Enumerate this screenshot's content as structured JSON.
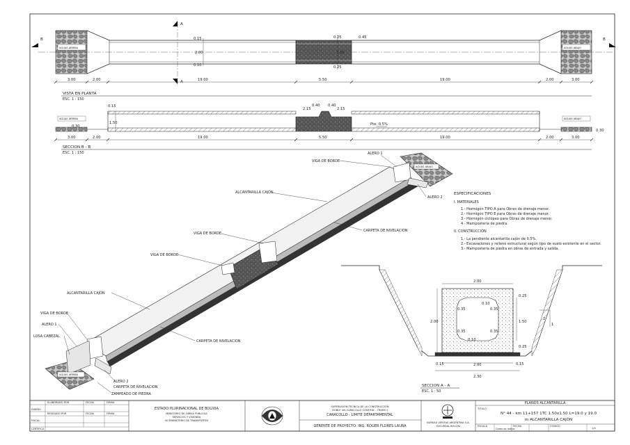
{
  "plan": {
    "section_marks": {
      "b": "B",
      "a": "A"
    },
    "labels": {
      "left": "AGUAS ARRIBA",
      "right": "AGUAS ABAJO"
    },
    "dims_top": {
      "d015": "0.15",
      "d200": "2.00",
      "d010": "0.10",
      "d025": "0.25",
      "d045": "0.45",
      "d150": "1.50",
      "d025b": "0.25"
    },
    "dims_bottom": [
      "3.00",
      "2.00",
      "19.00",
      "5.50",
      "19.00",
      "2.00",
      "3.00"
    ],
    "title": "VISTA EN PLANTA",
    "scale": "ESC. 1 : 150"
  },
  "section_bb": {
    "labels": {
      "left": "AGUAS ARRIBA",
      "right": "AGUAS ABAJO"
    },
    "dims_top": {
      "d015": "0.15",
      "d040a": "0.40",
      "d040b": "0.40",
      "d215a": "2.15",
      "d215b": "2.15",
      "d150": "1.50",
      "d030l": "0.30",
      "d030r": "0.30"
    },
    "slope": "Pte: 0.5%",
    "dims_bottom": [
      "3.00",
      "2.00",
      "19.00",
      "5.50",
      "19.00",
      "2.00",
      "3.00"
    ],
    "title": "SECCION B - B",
    "scale": "ESC. 1 : 150"
  },
  "iso": {
    "callouts": [
      "ALERO 1",
      "VIGA DE BORDE",
      "AGUAS ABAJO",
      "ALERO 2",
      "ALCANTARILLA CAJÓN",
      "CARPETA DE NIVELACION",
      "VIGA DE BORDE",
      "VIGA DE BORDE",
      "ALCANTARILLA CAJÓN",
      "VIGA DE BORDE",
      "ALERO 1",
      "LOSA CABEZAL",
      "CARPETA DE NIVELACION",
      "AGUAS ARRIBA",
      "ALERO 2",
      "CARPETA DE NIVELACION",
      "ZAMPEADO DE PIEDRA"
    ]
  },
  "specs": {
    "title": "ESPECIFICACIONES",
    "materials_title": "I. MATERIALES",
    "materials": [
      "1.- Hormigón TIPO A para Obras de drenaje menor.",
      "2.- Hormigón TIPO E para Obras de drenaje menor.",
      "3.- Hormigón ciclópeo para Obras de drenaje menor.",
      "4.- Mampostería de piedra."
    ],
    "construction_title": "II. CONSTRUCCIÓN",
    "construction": [
      "1.- La pendiente alcantarilla cajón de 0.5%.",
      "2.- Excavaciones y relleno estructural según tipo de suelo existente en el sector.",
      "3.- Mampostería de piedra en obras de entrada y salida."
    ]
  },
  "section_aa": {
    "dims": {
      "top": "2.00",
      "left": "2.00",
      "right": "1.50",
      "d025": "0.25",
      "d010a": "0.10",
      "d035a": "0.35",
      "d035b": "0.35",
      "d035c": "0.35",
      "d035d": "0.35",
      "d010b": "0.10",
      "d025b": "0.25",
      "d015a": "0.15",
      "d015b": "0.15",
      "inner": "2.00",
      "overall": "2.30",
      "slope2": "2",
      "slope1": "1"
    },
    "title": "SECCION A - A",
    "scale": "ESC. 1 : 50"
  },
  "titleblock": {
    "left_rows": [
      "DISEÑO",
      "FISCAL",
      "CERTIFICA"
    ],
    "left_hdrs": [
      "ELABORADO POR",
      "FECHA",
      "FIRMA",
      "REVISADO POR",
      "FECHA",
      "FIRMA"
    ],
    "entity": [
      "ESTADO PLURINACIONAL DE BOLIVIA",
      "MINISTERIO DE OBRAS PUBLICAS",
      "SERVICIOS Y VIVIENDA",
      "VICEMINISTERIO DE TRANSPORTES"
    ],
    "project": [
      "SUPERVISIÓN TÉCNICA DE LA CONSTRUCCIÓN",
      "DOBLE VIA CARACOLLO CONFITAL - TRAMO I",
      "CARACOLLO - LIMITE DEPARTAMENTAL"
    ],
    "manager": "GERENTE DE PROYECTO: ING. ROGER FLORES LAURA",
    "company": [
      "BUREAU VERITAS ARGENTINA S.A.",
      "SUCURSAL BOLIVIA"
    ],
    "sheet_label": "PLANOS ALCANTARILLA",
    "title_hdr": "TITULO",
    "title_lines": [
      "N° 44 - km 11+157 1TC 1.50x1.50 L=19.0 y 19.0",
      "m ALCANTARILLA CAJÓN"
    ],
    "bottom": [
      "ESCALA",
      "Como se indica",
      "FECHA",
      "CODIGO",
      "1/4"
    ]
  }
}
